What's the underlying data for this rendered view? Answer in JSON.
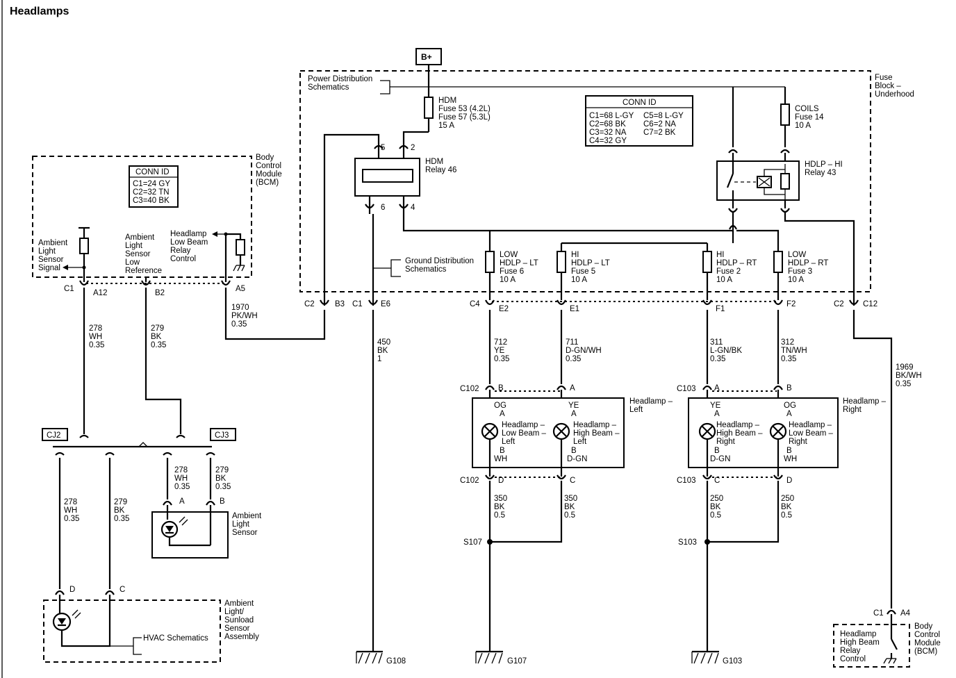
{
  "title": "Headlamps",
  "bplus": "B+",
  "pds": [
    "Power Distribution",
    "Schematics"
  ],
  "fuse_block": [
    "Fuse",
    "Block –",
    "Underhood"
  ],
  "conn_main": {
    "header": "CONN ID",
    "left": [
      "C1=68 L-GY",
      "C2=68 BK",
      "C3=32 NA",
      "C4=32 GY"
    ],
    "right": [
      "C5=8 L-GY",
      "C6=2 NA",
      "C7=2 BK"
    ]
  },
  "conn_bcm": {
    "header": "CONN ID",
    "rows": [
      "C1=24 GY",
      "C2=32 TN",
      "C3=40 BK"
    ]
  },
  "bcm_label": [
    "Body",
    "Control",
    "Module",
    "(BCM)"
  ],
  "bcm_signals": {
    "ambient_signal": [
      "Ambient",
      "Light",
      "Sensor",
      "Signal"
    ],
    "ambient_ref": [
      "Ambient",
      "Light",
      "Sensor",
      "Low",
      "Reference"
    ],
    "lowbeam_ctrl": [
      "Headlamp",
      "Low Beam",
      "Relay",
      "Control"
    ]
  },
  "hdm_fuse": [
    "HDM",
    "Fuse 53 (4.2L)",
    "Fuse 57 (5.3L)",
    "15 A"
  ],
  "hdm_relay": [
    "HDM",
    "Relay 46"
  ],
  "hdm_pins": [
    "5",
    "2",
    "6",
    "4"
  ],
  "coils_fuse": [
    "COILS",
    "Fuse 14",
    "10 A"
  ],
  "hdlp_hi_relay": [
    "HDLP – HI",
    "Relay 43"
  ],
  "gnd_dist": [
    "Ground Distribution",
    "Schematics"
  ],
  "fuses": [
    [
      "LOW",
      "HDLP – LT",
      "Fuse 6",
      "10 A"
    ],
    [
      "HI",
      "HDLP – LT",
      "Fuse 5",
      "10 A"
    ],
    [
      "HI",
      "HDLP – RT",
      "Fuse 2",
      "10 A"
    ],
    [
      "LOW",
      "HDLP – RT",
      "Fuse 3",
      "10 A"
    ]
  ],
  "bcm_pins": {
    "conn": "C1",
    "a12": "A12",
    "b2": "B2",
    "a5": "A5"
  },
  "pd_pins": {
    "c2": "C2",
    "b3": "B3",
    "c1": "C1",
    "e6": "E6",
    "c4": "C4",
    "e2": "E2",
    "e1": "E1",
    "f1": "F1",
    "f2": "F2",
    "c2b": "C2",
    "c12": "C12"
  },
  "wires": {
    "w278": [
      "278",
      "WH",
      "0.35"
    ],
    "w279": [
      "279",
      "BK",
      "0.35"
    ],
    "w1970": [
      "1970",
      "PK/WH",
      "0.35"
    ],
    "w450": [
      "450",
      "BK",
      "1"
    ],
    "w712": [
      "712",
      "YE",
      "0.35"
    ],
    "w711": [
      "711",
      "D-GN/WH",
      "0.35"
    ],
    "w311": [
      "311",
      "L-GN/BK",
      "0.35"
    ],
    "w312": [
      "312",
      "TN/WH",
      "0.35"
    ],
    "w1969": [
      "1969",
      "BK/WH",
      "0.35"
    ],
    "w350a": [
      "350",
      "BK",
      "0.5"
    ],
    "w350b": [
      "350",
      "BK",
      "0.5"
    ],
    "w250a": [
      "250",
      "BK",
      "0.5"
    ],
    "w250b": [
      "250",
      "BK",
      "0.5"
    ],
    "w278b": [
      "278",
      "WH",
      "0.35"
    ],
    "w279b": [
      "279",
      "BK",
      "0.35"
    ],
    "w278c": [
      "278",
      "WH",
      "0.35"
    ],
    "w279c": [
      "279",
      "BK",
      "0.35"
    ]
  },
  "splices": {
    "cj2": "CJ2",
    "cj3": "CJ3",
    "s107": "S107",
    "s103": "S103"
  },
  "grounds": {
    "g108": "G108",
    "g107": "G107",
    "g103": "G103"
  },
  "c102": {
    "top": "C102",
    "pin_b": "B",
    "pin_a": "A",
    "bot": "C102",
    "pin_d": "D",
    "pin_c": "C"
  },
  "c103": {
    "top": "C103",
    "pin_a": "A",
    "pin_b": "B",
    "bot": "C103",
    "pin_c": "C",
    "pin_d": "D"
  },
  "headlamp_left": {
    "label": [
      "Headlamp –",
      "Left"
    ],
    "low": [
      "Headlamp –",
      "Low Beam –",
      "Left"
    ],
    "high": [
      "Headlamp –",
      "High Beam –",
      "Left"
    ],
    "low_top": [
      "OG",
      "A"
    ],
    "low_bot": [
      "B",
      "WH"
    ],
    "high_top": [
      "YE",
      "A"
    ],
    "high_bot": [
      "B",
      "D-GN"
    ]
  },
  "headlamp_right": {
    "label": [
      "Headlamp –",
      "Right"
    ],
    "high": [
      "Headlamp –",
      "High Beam –",
      "Right"
    ],
    "low": [
      "Headlamp –",
      "Low Beam –",
      "Right"
    ],
    "high_top": [
      "YE",
      "A"
    ],
    "high_bot": [
      "B",
      "D-GN"
    ],
    "low_top": [
      "OG",
      "A"
    ],
    "low_bot": [
      "B",
      "WH"
    ]
  },
  "als": {
    "label": [
      "Ambient",
      "Light",
      "Sensor"
    ],
    "pin_a": "A",
    "pin_b": "B"
  },
  "alsa": {
    "label": [
      "Ambient",
      "Light/",
      "Sunload",
      "Sensor",
      "Assembly"
    ],
    "pin_d": "D",
    "pin_c": "C",
    "hvac": "HVAC Schematics"
  },
  "bcm2": {
    "label": [
      "Body",
      "Control",
      "Module",
      "(BCM)"
    ],
    "ctrl": [
      "Headlamp",
      "High Beam",
      "Relay",
      "Control"
    ],
    "c1": "C1",
    "a4": "A4"
  }
}
